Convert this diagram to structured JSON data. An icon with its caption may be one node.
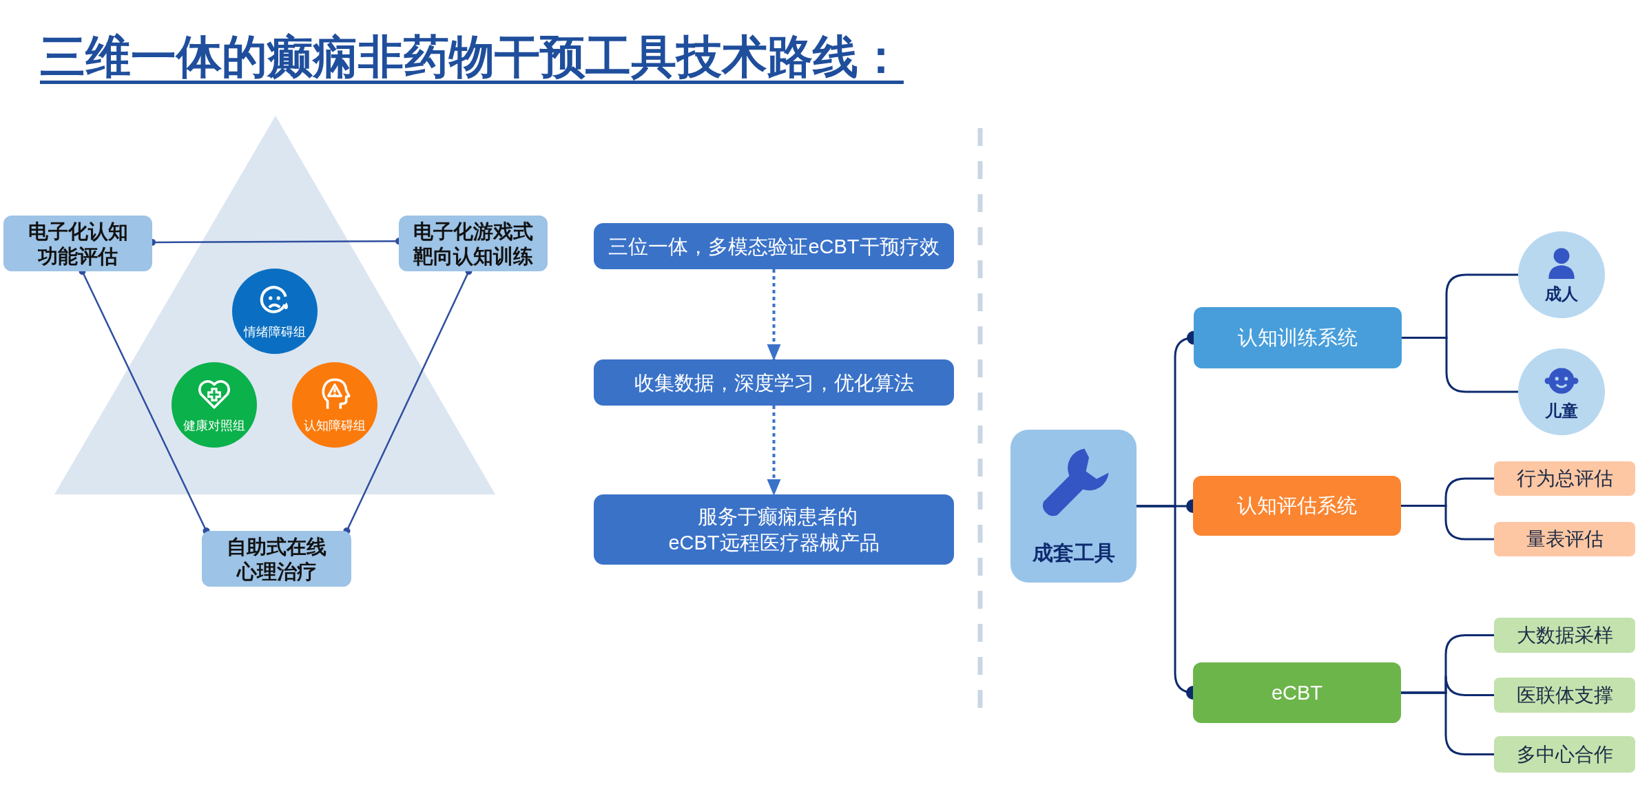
{
  "diagram": {
    "title": "三维一体的癫痫非药物干预工具技术路线：",
    "nodes": [
      {
        "text": [
          "电子化认知功能评估"
        ]
      },
      {
        "text": [
          "电子化游戏式靶向认知训练"
        ]
      },
      {
        "text": [
          "情绪障碍组"
        ]
      },
      {
        "text": [
          "健康对照组"
        ]
      },
      {
        "text": [
          "认知障碍组"
        ]
      },
      {
        "text": [
          "自助式在线心理治疗"
        ]
      },
      {
        "text": [
          "三位一体，多模态验证eCBT干预疗效"
        ]
      },
      {
        "text": [
          "收集数据，深度学习，优化算法"
        ]
      },
      {
        "text": [
          "服务于癫痫患者的eCBT远程医疗器械产品"
        ]
      },
      {
        "text": [
          "成套工具"
        ]
      },
      {
        "text": [
          "认知训练系统"
        ]
      },
      {
        "text": [
          "认知评估系统"
        ]
      },
      {
        "text": [
          "eCBT"
        ]
      },
      {
        "text": [
          "成人"
        ]
      },
      {
        "text": [
          "儿童"
        ]
      },
      {
        "text": [
          "行为总评估"
        ]
      },
      {
        "text": [
          "量表评估"
        ]
      },
      {
        "text": [
          "大数据采样"
        ]
      },
      {
        "text": [
          "医联体支撑"
        ]
      },
      {
        "text": [
          "多中心合作"
        ]
      }
    ],
    "edges": [
      {
        "from": 0,
        "to": 1,
        "arrow": "other",
        "color": "#2e4e9e"
      },
      {
        "from": 0,
        "to": 5,
        "arrow": "other",
        "color": "#2e4e9e"
      },
      {
        "from": 1,
        "to": 5,
        "arrow": "other",
        "color": "#2e4e9e"
      },
      {
        "from": 6,
        "to": 7,
        "arrow": "to",
        "style": "dashed",
        "color": "#3a72c8"
      },
      {
        "from": 7,
        "to": 8,
        "arrow": "to",
        "style": "dashed",
        "color": "#3a72c8"
      },
      {
        "from": 9,
        "to": 10,
        "arrow": "other"
      },
      {
        "from": 9,
        "to": 11,
        "arrow": "other"
      },
      {
        "from": 9,
        "to": 12,
        "arrow": "other"
      },
      {
        "from": 10,
        "to": 13,
        "arrow": "none"
      },
      {
        "from": 10,
        "to": 14,
        "arrow": "none"
      },
      {
        "from": 11,
        "to": 15,
        "arrow": "none"
      },
      {
        "from": 11,
        "to": 16,
        "arrow": "none"
      },
      {
        "from": 12,
        "to": 17,
        "arrow": "none"
      },
      {
        "from": 12,
        "to": 18,
        "arrow": "none"
      },
      {
        "from": 12,
        "to": 19,
        "arrow": "none"
      }
    ]
  }
}
